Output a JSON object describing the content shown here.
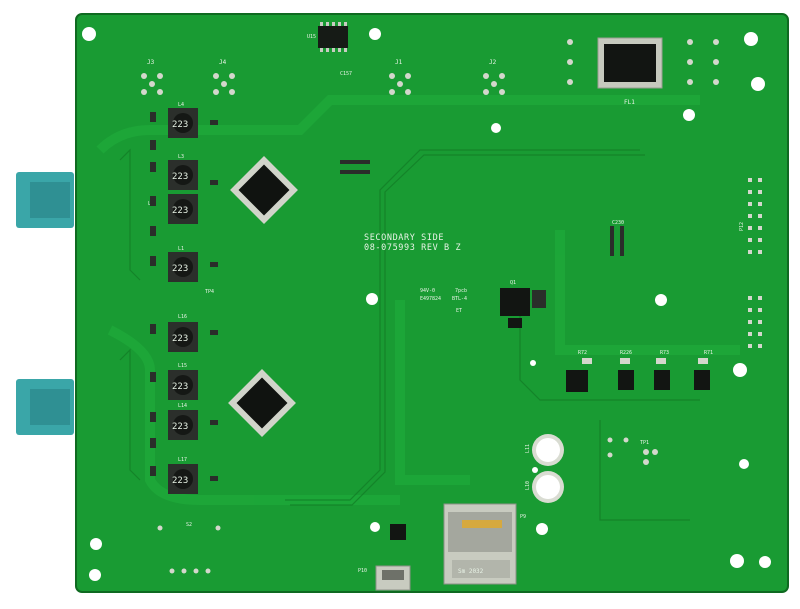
{
  "board": {
    "side_label": "SECONDARY SIDE",
    "part_number": "08-075993 REV B Z"
  },
  "connectors": [
    "J3",
    "J4",
    "J1",
    "J2"
  ],
  "inductors": [
    {
      "ref": "L4",
      "marking": "223"
    },
    {
      "ref": "L3",
      "marking": "223"
    },
    {
      "ref": "L2",
      "marking": "223"
    },
    {
      "ref": "L1",
      "marking": "223"
    },
    {
      "ref": "L16",
      "marking": "223"
    },
    {
      "ref": "L15",
      "marking": "223"
    },
    {
      "ref": "L14",
      "marking": "223"
    },
    {
      "ref": "L17",
      "marking": "223"
    }
  ],
  "labels": {
    "fl1": "FL1",
    "q1": "Q1",
    "u15": "U15",
    "tp4": "TP4",
    "tp1": "TP1",
    "p12": "P12",
    "l11": "L11",
    "l10": "L10",
    "s2": "S2",
    "p10": "P10",
    "p9": "P9",
    "c157": "C157",
    "c230": "C230",
    "r72": "R72",
    "r73": "R73",
    "r71": "R71",
    "r226": "R226"
  },
  "marks": {
    "ul": "94V-0",
    "pcb": "7pcb",
    "cert": "E497824",
    "btl": "BTL-4",
    "et": "ET",
    "sd_text": "Sm 2032"
  },
  "colors": {
    "board": "#199b33",
    "board_dark": "#138227",
    "trace": "#1fae3c",
    "copper_pad": "#d4d7cc",
    "connector": "#3aa6a8"
  }
}
